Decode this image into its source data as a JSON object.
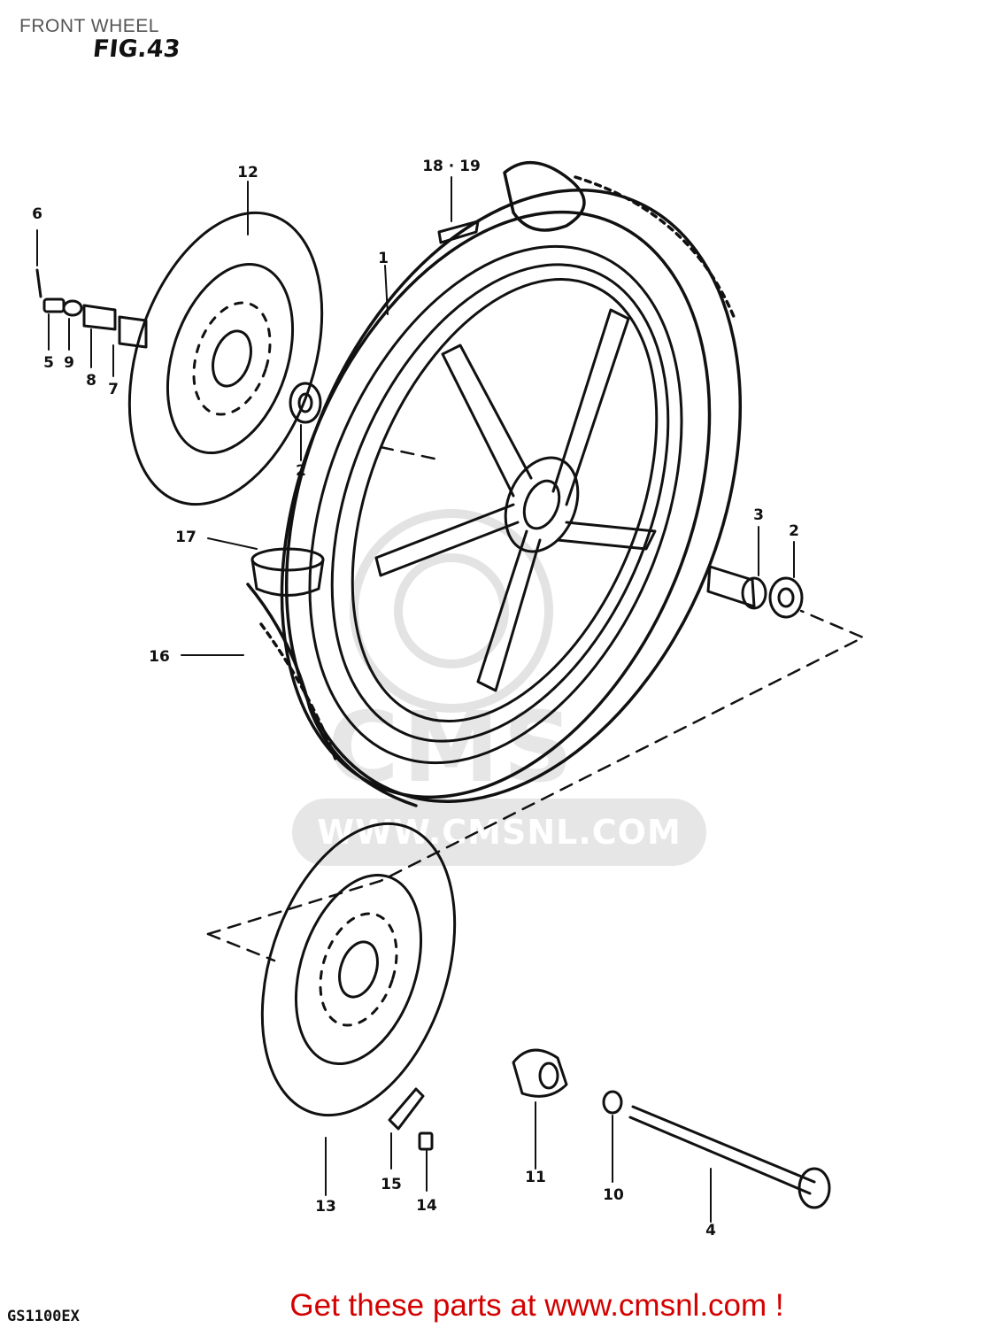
{
  "header": {
    "title": "FRONT WHEEL",
    "figure": "FIG.43"
  },
  "footer": {
    "model": "GS1100EX",
    "cta": "Get these parts at www.cmsnl.com !"
  },
  "watermark": {
    "logo": "CMS",
    "url": "WWW.CMSNL.COM"
  },
  "callouts": {
    "c1": "1",
    "c2a": "2",
    "c2b": "2",
    "c3": "3",
    "c4": "4",
    "c5": "5",
    "c6": "6",
    "c7": "7",
    "c8": "8",
    "c9": "9",
    "c10": "10",
    "c11": "11",
    "c12": "12",
    "c13": "13",
    "c14": "14",
    "c15": "15",
    "c16": "16",
    "c17": "17",
    "c18": "18 · 19"
  }
}
